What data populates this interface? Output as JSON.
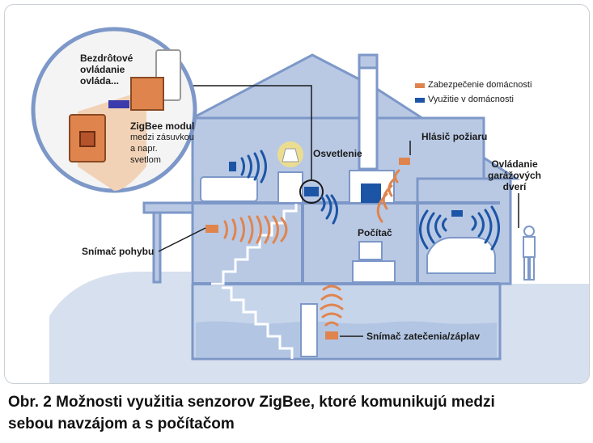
{
  "legend": {
    "security": {
      "label": "Zabezpečenie domácnosti",
      "color": "#e0844e"
    },
    "usage": {
      "label": "Využitie v domácnosti",
      "color": "#1c55a5"
    }
  },
  "inset": {
    "remote_line1": "Bezdrôtové",
    "remote_line2": "ovládanie",
    "remote_line3": "ovláda...",
    "module_line1": "ZigBee modul",
    "module_line2": "medzi zásuvkou",
    "module_line3": "a napr.",
    "module_line4": "svetlom"
  },
  "labels": {
    "lighting": "Osvetlenie",
    "smoke_detector": "Hlásič požiaru",
    "garage_line1": "Ovládanie",
    "garage_line2": "garážových",
    "garage_line3": "dverí",
    "computer": "Počítač",
    "motion_sensor": "Snímač pohybu",
    "flood_sensor": "Snímač zatečenia/záplav"
  },
  "caption": {
    "line1": "Obr. 2 Možnosti využitia senzorov ZigBee, ktoré komunikujú medzi",
    "line2": "sebou navzájom a s počítačom"
  },
  "colors": {
    "house_wall": "#b9c9e4",
    "house_outline": "#7d98c8",
    "ground": "#d7e0ee",
    "water": "#c7d5eb"
  }
}
